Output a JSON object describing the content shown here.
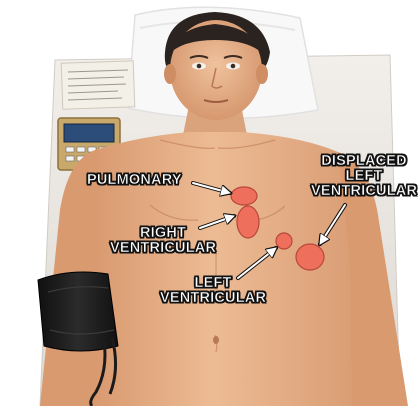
{
  "labels": {
    "pulmonary": "PULMONARY",
    "right_ventricular": {
      "line1": "RIGHT",
      "line2": "VENTRICULAR"
    },
    "left_ventricular": {
      "line1": "LEFT",
      "line2": "VENTRICULAR"
    },
    "displaced_left_ventricular": {
      "line1": "DISPLACED",
      "line2": "LEFT",
      "line3": "VENTRICULAR"
    }
  },
  "colors": {
    "skin": "#e8b38c",
    "skin_shadow": "#c88a62",
    "hair": "#2a2320",
    "marker_fill": "#ee6f5c",
    "marker_stroke": "#b8473a",
    "bp_cuff": "#1c1c1c",
    "table": "#e9e6e2",
    "pillow": "#f7f7f7"
  },
  "icons": {
    "device": "control-box-icon",
    "cuff": "blood-pressure-cuff-icon"
  }
}
